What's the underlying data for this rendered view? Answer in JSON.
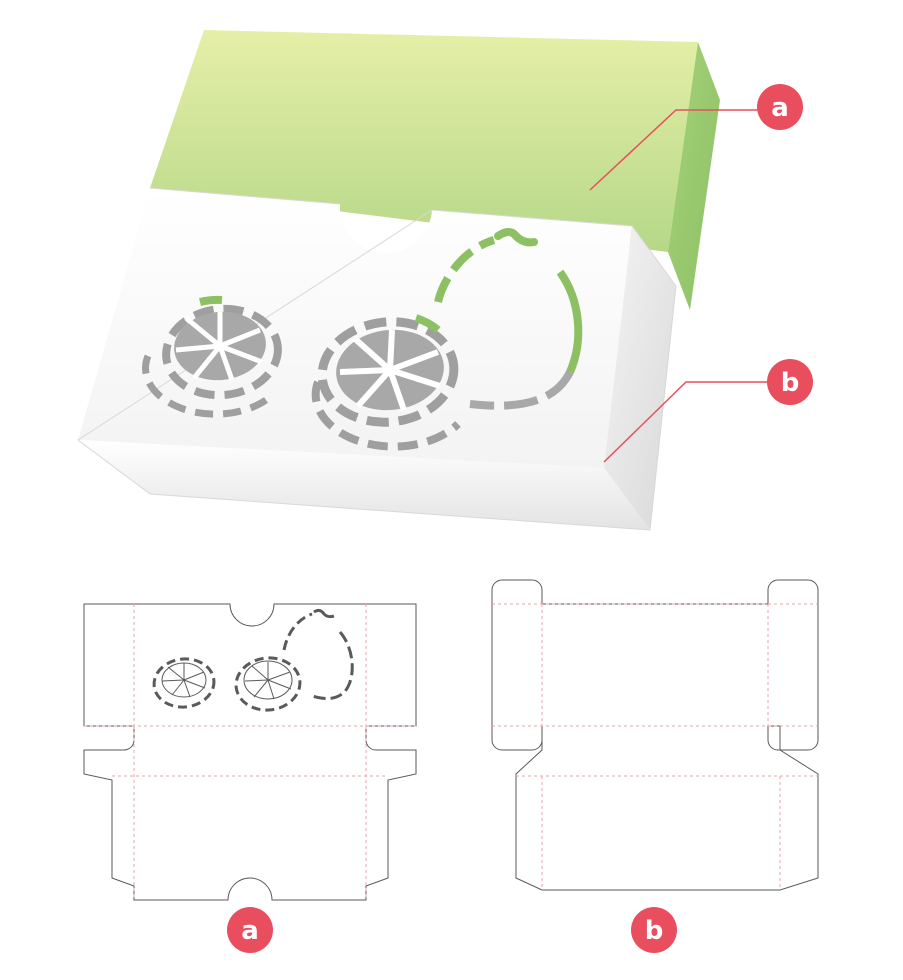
{
  "labels": {
    "sleeve_callout": "a",
    "tray_callout": "b",
    "sleeve_dieline_caption": "a",
    "tray_dieline_caption": "b"
  },
  "colors": {
    "sleeve_top": "#e4eda3",
    "sleeve_bottom": "#b6d88a",
    "sleeve_side": "#9acb6f",
    "badge": "#e94e5e",
    "leader_line": "#e94e5e",
    "cut_line": "#5a5a5a",
    "fold_line": "#e7a6ae",
    "window_gray": "#a8a8a8",
    "window_green": "#8cc063"
  },
  "icons": [
    "lime-slice-icon",
    "lime-half-icon",
    "lime-whole-icon"
  ]
}
